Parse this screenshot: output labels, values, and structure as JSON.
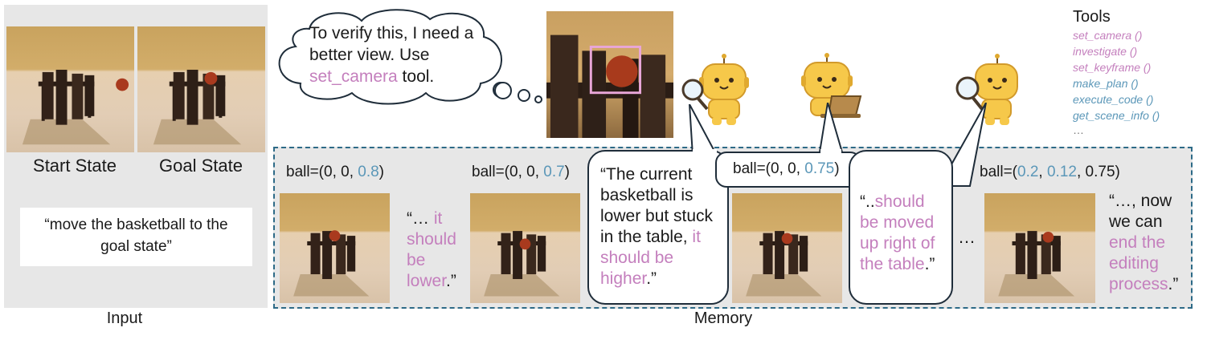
{
  "input": {
    "start_label": "Start State",
    "goal_label": "Goal State",
    "instruction": "“move the basketball to the goal state”",
    "caption": "Input"
  },
  "thought": {
    "line1": "To verify this, I need a",
    "line2": "better view. Use",
    "tool_name": "set_camera",
    "tool_suffix": " tool."
  },
  "tools": {
    "title": "Tools",
    "items": [
      {
        "name": "set_camera ()",
        "color": "#c47fbd"
      },
      {
        "name": "investigate ()",
        "color": "#c47fbd"
      },
      {
        "name": "set_keyframe ()",
        "color": "#c47fbd"
      },
      {
        "name": "make_plan ()",
        "color": "#5b97b8"
      },
      {
        "name": "execute_code ()",
        "color": "#5b97b8"
      },
      {
        "name": "get_scene_info ()",
        "color": "#5b97b8"
      }
    ],
    "ellipsis": "…"
  },
  "memory": {
    "caption": "Memory",
    "step1": {
      "prefix": "ball=(0, 0, ",
      "value": "0.8",
      "suffix": ")",
      "comment_prefix": "“… ",
      "comment_hl": "it should be lower",
      "comment_suffix": ".”"
    },
    "step2": {
      "prefix": "ball=(0, 0, ",
      "value": "0.7",
      "suffix": ")"
    },
    "feedback1": {
      "text": "“The current basketball is lower but stuck in the table, ",
      "hl": "it should be higher",
      "suffix": ".”"
    },
    "step3": {
      "prefix": "ball=(0, 0, ",
      "value": "0.75",
      "suffix": ")"
    },
    "feedback2": {
      "prefix": "“..",
      "hl": "should be moved up right of the table",
      "suffix": ".”"
    },
    "ellipsis": "…",
    "step4": {
      "prefix": "ball=(",
      "v1": "0.2",
      "sep1": ", ",
      "v2": "0.12",
      "suffix": ", 0.75)",
      "comment_prefix": "“…, now we can ",
      "comment_hl": "end the editing process",
      "comment_suffix": ".”"
    }
  },
  "colors": {
    "highlight_pink": "#c47fbd",
    "highlight_blue": "#5b97b8",
    "dashed_border": "#2d6a87",
    "panel_bg": "#e7e7e7"
  }
}
